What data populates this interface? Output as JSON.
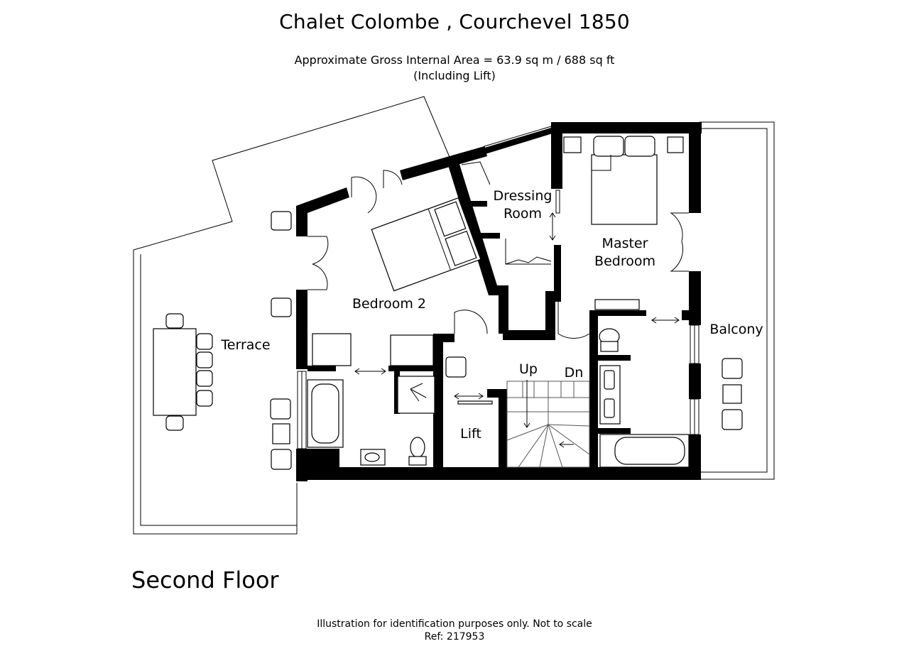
{
  "header": {
    "title": "Chalet Colombe , Courchevel 1850",
    "area": "Approximate Gross Internal Area = 63.9 sq m / 688 sq ft",
    "area_note": "(Including Lift)"
  },
  "floor_label": "Second Floor",
  "rooms": {
    "terrace": "Terrace",
    "bedroom2": "Bedroom 2",
    "dressing_line1": "Dressing",
    "dressing_line2": "Room",
    "master_line1": "Master",
    "master_line2": "Bedroom",
    "balcony": "Balcony",
    "lift": "Lift",
    "up": "Up",
    "dn": "Dn"
  },
  "footer": {
    "disclaimer": "Illustration for identification purposes only. Not to scale",
    "ref": "Ref: 217953"
  }
}
